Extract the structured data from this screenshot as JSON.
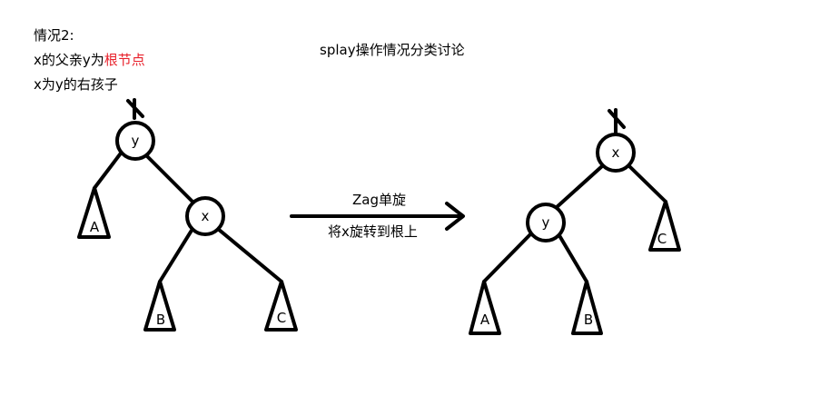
{
  "notes": {
    "line1": "情况2:",
    "line2_prefix": "x的父亲y为",
    "line2_highlight": "根节点",
    "line3": "x为y的右孩子"
  },
  "title": "splay操作情况分类讨论",
  "operation": {
    "name": "Zag单旋",
    "description": "将x旋转到根上"
  },
  "before_tree": {
    "root": "y",
    "child": "x",
    "subtrees": [
      "A",
      "B",
      "C"
    ]
  },
  "after_tree": {
    "root": "x",
    "child": "y",
    "subtrees": [
      "A",
      "B",
      "C"
    ]
  },
  "colors": {
    "stroke": "#000000",
    "highlight": "#e8202a",
    "background": "#ffffff"
  }
}
